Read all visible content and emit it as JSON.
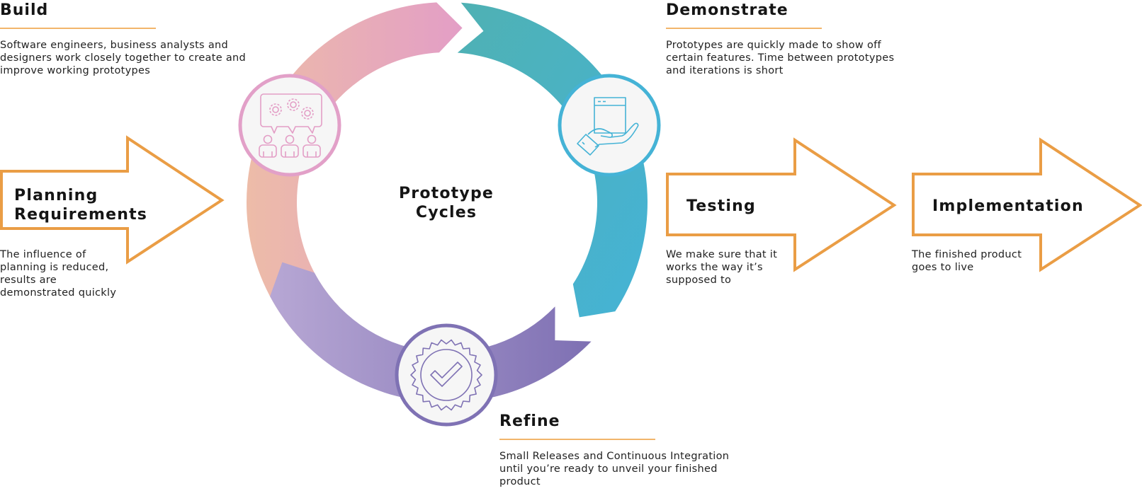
{
  "center": {
    "line1": "Prototype",
    "line2": "Cycles"
  },
  "cycle": {
    "build": {
      "title": "Build",
      "description": [
        "Software engineers, business analysts and",
        "designers work closely together to create and",
        "improve working prototypes"
      ],
      "icon": "team-gears-discussion-icon",
      "color_start": "#edbca8",
      "color_end": "#e39ec6",
      "ring_color": "#e2a0c8"
    },
    "demonstrate": {
      "title": "Demonstrate",
      "description": [
        "Prototypes are quickly made to show off",
        "certain features. Time between prototypes",
        "and iterations is short"
      ],
      "icon": "hand-holding-window-icon",
      "color_start": "#4fb1b3",
      "color_end": "#45b3d6",
      "ring_color": "#45b3d6"
    },
    "refine": {
      "title": "Refine",
      "description": [
        "Small Releases and Continuous Integration",
        "until you’re ready to unveil your finished",
        "product"
      ],
      "icon": "badge-checkmark-icon",
      "color_start": "#b7a7d4",
      "color_end": "#7e70b3",
      "ring_color": "#7f72b4"
    }
  },
  "phases": [
    {
      "title_lines": [
        "Planning",
        "Requirements"
      ],
      "description": [
        "The influence of",
        "planning is reduced,",
        "results are",
        "demonstrated quickly"
      ]
    },
    {
      "title_lines": [
        "Testing"
      ],
      "description": [
        "We make sure that it",
        "works the way it’s",
        "supposed to"
      ]
    },
    {
      "title_lines": [
        "Implementation"
      ],
      "description": [
        "The finished product",
        "goes to live"
      ]
    }
  ],
  "colors": {
    "arrow_outline": "#ea9d45",
    "rule": "#f2b56b",
    "icon_bg": "#f6f6f6"
  }
}
